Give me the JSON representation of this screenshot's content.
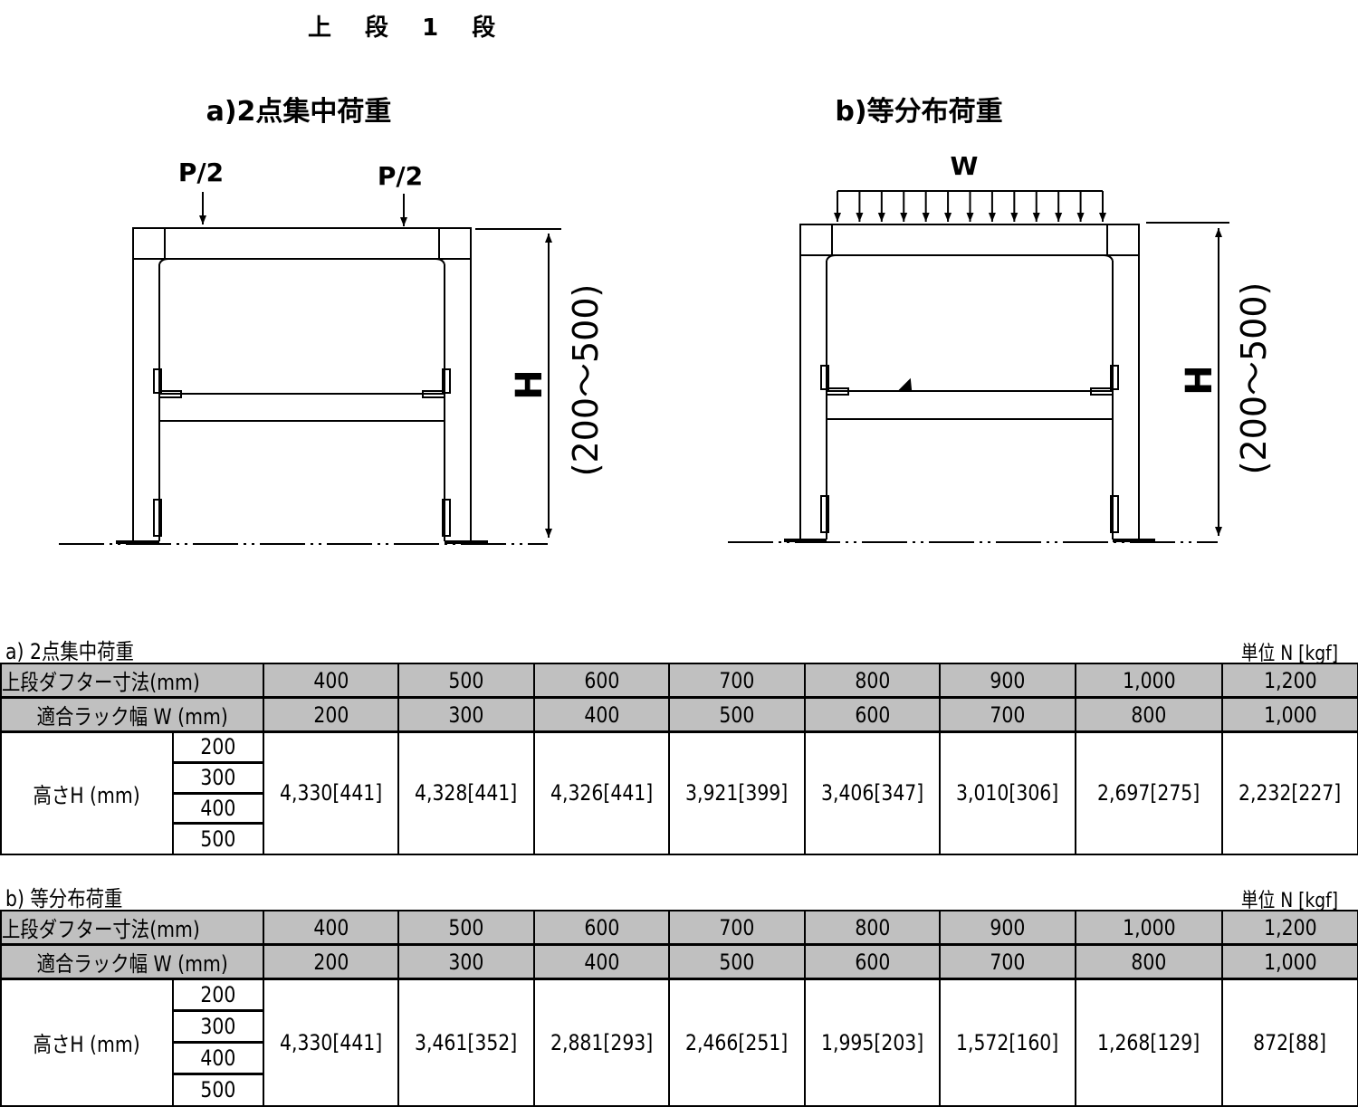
{
  "page_title": "上 段 1 段",
  "diagrams": {
    "a": {
      "title": "a)2点集中荷重",
      "load_left": "P/2",
      "load_right": "P/2",
      "height_label": "H",
      "range_label": "(200～500)"
    },
    "b": {
      "title": "b)等分布荷重",
      "load": "W",
      "height_label": "H",
      "range_label": "(200～500)"
    }
  },
  "tables": [
    {
      "caption": "a) 2点集中荷重",
      "unit": "単位 N [kgf]",
      "row1_label": "上段ダフター寸法(mm)",
      "row2_label": "適合ラック幅 W (mm)",
      "height_label": "高さH (mm)",
      "heights": [
        "200",
        "300",
        "400",
        "500"
      ],
      "duct_sizes": [
        "400",
        "500",
        "600",
        "700",
        "800",
        "900",
        "1,000",
        "1,200"
      ],
      "rack_widths": [
        "200",
        "300",
        "400",
        "500",
        "600",
        "700",
        "800",
        "1,000"
      ],
      "loads": [
        "4,330[441]",
        "4,328[441]",
        "4,326[441]",
        "3,921[399]",
        "3,406[347]",
        "3,010[306]",
        "2,697[275]",
        "2,232[227]"
      ]
    },
    {
      "caption": "b) 等分布荷重",
      "unit": "単位 N [kgf]",
      "row1_label": "上段ダフター寸法(mm)",
      "row2_label": "適合ラック幅 W (mm)",
      "height_label": "高さH (mm)",
      "heights": [
        "200",
        "300",
        "400",
        "500"
      ],
      "duct_sizes": [
        "400",
        "500",
        "600",
        "700",
        "800",
        "900",
        "1,000",
        "1,200"
      ],
      "rack_widths": [
        "200",
        "300",
        "400",
        "500",
        "600",
        "700",
        "800",
        "1,000"
      ],
      "loads": [
        "4,330[441]",
        "3,461[352]",
        "2,881[293]",
        "2,466[251]",
        "1,995[203]",
        "1,572[160]",
        "1,268[129]",
        "872[88]"
      ]
    }
  ]
}
